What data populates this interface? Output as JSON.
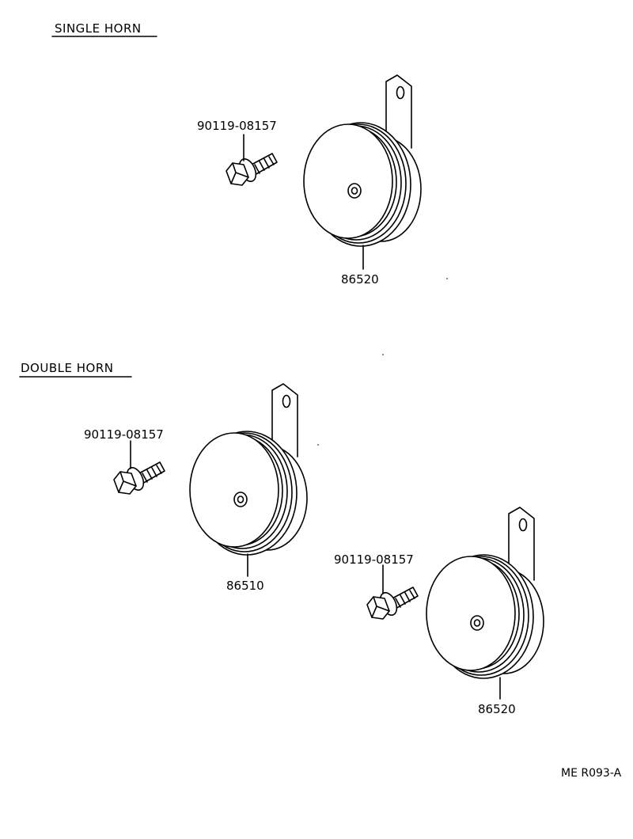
{
  "sections": {
    "single": {
      "title": "SINGLE HORN"
    },
    "double": {
      "title": "DOUBLE HORN"
    }
  },
  "parts": {
    "single_bolt": "90119-08157",
    "single_horn": "86520",
    "double_bolt_left": "90119-08157",
    "double_horn_left": "86510",
    "double_bolt_right": "90119-08157",
    "double_horn_right": "86520"
  },
  "reference_code": "ME  R093-A"
}
